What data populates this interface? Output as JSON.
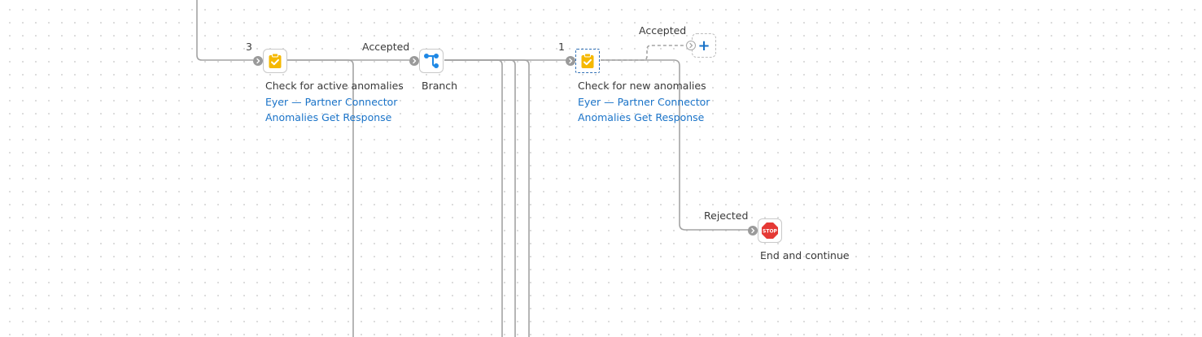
{
  "colors": {
    "wire": "#a3a3a3",
    "link_text": "#1a73c8",
    "clipboard_icon": "#f5b800",
    "branch_icon": "#1e88e5",
    "stop_icon": "#e53935"
  },
  "nodes": {
    "check_active": {
      "counter": "3",
      "title": "Check for active anomalies",
      "connector": "Eyer — Partner Connector",
      "action": "Anomalies Get Response",
      "icon": "clipboard-check-icon"
    },
    "branch": {
      "title": "Branch",
      "icon": "branch-icon"
    },
    "check_new": {
      "counter": "1",
      "title": "Check for new anomalies",
      "connector": "Eyer — Partner Connector",
      "action": "Anomalies Get Response",
      "icon": "clipboard-check-icon"
    },
    "add_step": {
      "symbol": "+"
    },
    "end": {
      "title": "End and continue",
      "icon": "stop-sign-icon",
      "icon_text": "STOP"
    }
  },
  "edge_labels": {
    "to_branch": "Accepted",
    "accepted": "Accepted",
    "rejected": "Rejected"
  }
}
